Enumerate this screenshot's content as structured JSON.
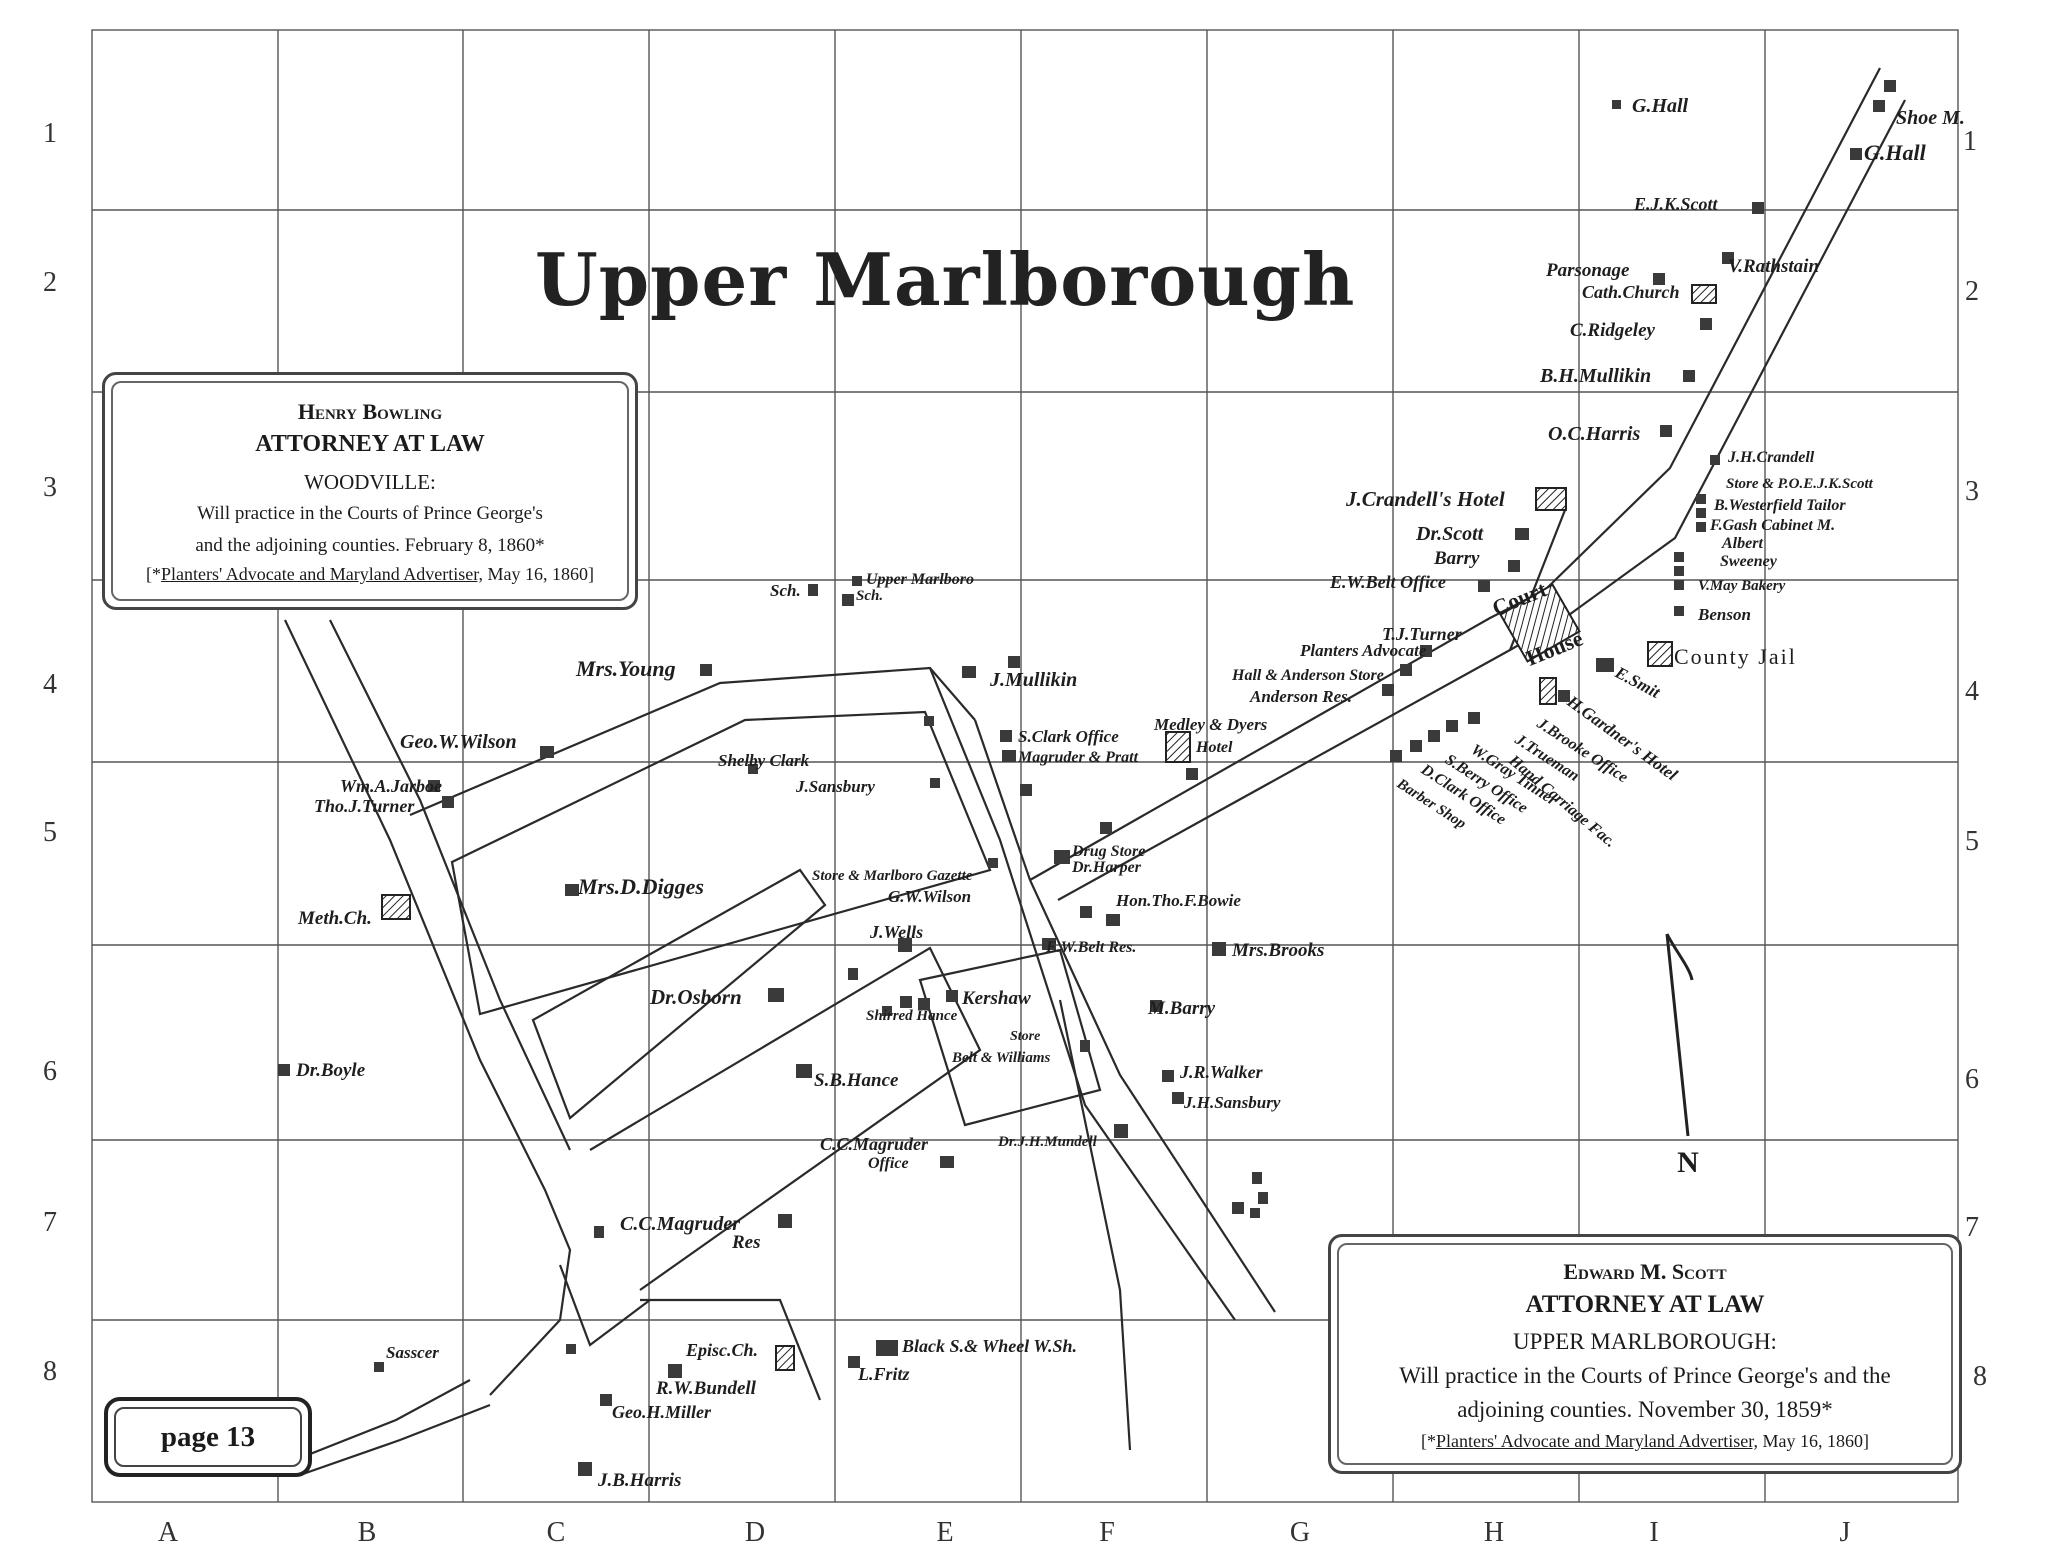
{
  "map": {
    "title": "Upper Marlborough",
    "north_label": "N",
    "grid": {
      "columns": [
        "A",
        "B",
        "C",
        "D",
        "E",
        "F",
        "G",
        "H",
        "I",
        "J"
      ],
      "rows": [
        "1",
        "2",
        "3",
        "4",
        "5",
        "6",
        "7",
        "8"
      ]
    }
  },
  "places": [
    {
      "id": "ghall-1",
      "text": "G.Hall"
    },
    {
      "id": "shoe-m",
      "text": "Shoe M."
    },
    {
      "id": "ghall-2",
      "text": "G.Hall"
    },
    {
      "id": "ejk-scott",
      "text": "E.J.K.Scott"
    },
    {
      "id": "rathstain",
      "text": "V.Rathstain"
    },
    {
      "id": "parsonage",
      "text": "Parsonage"
    },
    {
      "id": "cath-church",
      "text": "Cath.Church"
    },
    {
      "id": "ridgeley",
      "text": "C.Ridgeley"
    },
    {
      "id": "bh-mullikin",
      "text": "B.H.Mullikin"
    },
    {
      "id": "oc-harris",
      "text": "O.C.Harris"
    },
    {
      "id": "jh-crandell",
      "text": "J.H.Crandell"
    },
    {
      "id": "store-po",
      "text": "Store & P.O.E.J.K.Scott"
    },
    {
      "id": "westerfield",
      "text": "B.Westerfield Tailor"
    },
    {
      "id": "gash",
      "text": "F.Gash Cabinet M."
    },
    {
      "id": "albert",
      "text": "Albert"
    },
    {
      "id": "sweeney",
      "text": "Sweeney"
    },
    {
      "id": "bakery",
      "text": "V.May Bakery"
    },
    {
      "id": "benson",
      "text": "Benson"
    },
    {
      "id": "county-jail",
      "text": "County Jail"
    },
    {
      "id": "crandell-hotel",
      "text": "J.Crandell's Hotel"
    },
    {
      "id": "dr-scott",
      "text": "Dr.Scott"
    },
    {
      "id": "barry",
      "text": "Barry"
    },
    {
      "id": "belt-office",
      "text": "E.W.Belt Office"
    },
    {
      "id": "court",
      "text": "Court"
    },
    {
      "id": "house",
      "text": "House"
    },
    {
      "id": "turner",
      "text": "T.J.Turner"
    },
    {
      "id": "planters",
      "text": "Planters Advocate"
    },
    {
      "id": "hall-anderson",
      "text": "Hall & Anderson Store"
    },
    {
      "id": "anderson-res",
      "text": "Anderson Res."
    },
    {
      "id": "e-smit",
      "text": "E.Smit"
    },
    {
      "id": "gardner-hotel",
      "text": "H.Gardner's Hotel"
    },
    {
      "id": "brooke-office",
      "text": "J.Brooke Office"
    },
    {
      "id": "trueman",
      "text": "J.Trueman"
    },
    {
      "id": "carriage-fac",
      "text": "Hand Carriage Fac."
    },
    {
      "id": "gray-tinner",
      "text": "W.Gray Tinner"
    },
    {
      "id": "berry-office",
      "text": "S.Berry Office"
    },
    {
      "id": "clark-office-2",
      "text": "D.Clark Office"
    },
    {
      "id": "barber",
      "text": "Barber Shop"
    },
    {
      "id": "sch-1",
      "text": "Sch."
    },
    {
      "id": "upper-marlboro-sch",
      "text": "Upper Marlboro"
    },
    {
      "id": "upper-marlboro-sch-2",
      "text": "Sch."
    },
    {
      "id": "mrs-young",
      "text": "Mrs.Young"
    },
    {
      "id": "j-mullikin",
      "text": "J.Mullikin"
    },
    {
      "id": "clark-office",
      "text": "S.Clark Office"
    },
    {
      "id": "magruder-pratt",
      "text": "Magruder & Pratt"
    },
    {
      "id": "medley",
      "text": "Medley & Dyers"
    },
    {
      "id": "medley-hotel",
      "text": "Hotel"
    },
    {
      "id": "wilson",
      "text": "Geo.W.Wilson"
    },
    {
      "id": "jarboe",
      "text": "Wm.A.Jarboe"
    },
    {
      "id": "thos-turner",
      "text": "Tho.J.Turner"
    },
    {
      "id": "shelby-clark",
      "text": "Shelby Clark"
    },
    {
      "id": "j-sansbury",
      "text": "J.Sansbury"
    },
    {
      "id": "drug-store",
      "text": "Drug Store"
    },
    {
      "id": "dr-harper",
      "text": "Dr.Harper"
    },
    {
      "id": "gazette",
      "text": "Store & Marlboro Gazette"
    },
    {
      "id": "gw-wilson",
      "text": "G.W.Wilson"
    },
    {
      "id": "mrs-digges",
      "text": "Mrs.D.Digges"
    },
    {
      "id": "meth-ch",
      "text": "Meth.Ch."
    },
    {
      "id": "bowie",
      "text": "Hon.Tho.F.Bowie"
    },
    {
      "id": "wells",
      "text": "J.Wells"
    },
    {
      "id": "belt-res",
      "text": "E.W.Belt Res."
    },
    {
      "id": "mrs-brooks",
      "text": "Mrs.Brooks"
    },
    {
      "id": "osborn",
      "text": "Dr.Osborn"
    },
    {
      "id": "kershaw",
      "text": "Kershaw"
    },
    {
      "id": "shirred-hance",
      "text": "Shirred Hance"
    },
    {
      "id": "store-belt",
      "text": "Store"
    },
    {
      "id": "belt-williams",
      "text": "Belt & Williams"
    },
    {
      "id": "m-barry",
      "text": "M.Barry"
    },
    {
      "id": "dr-boyle",
      "text": "Dr.Boyle"
    },
    {
      "id": "sb-hance",
      "text": "S.B.Hance"
    },
    {
      "id": "jr-walker",
      "text": "J.R.Walker"
    },
    {
      "id": "jh-sansbury",
      "text": "J.H.Sansbury"
    },
    {
      "id": "cc-magruder-office",
      "text": "C.C.Magruder"
    },
    {
      "id": "cc-office",
      "text": "Office"
    },
    {
      "id": "mundell",
      "text": "Dr.J.H.Mundell"
    },
    {
      "id": "cc-magruder-res",
      "text": "C.C.Magruder"
    },
    {
      "id": "res",
      "text": "Res"
    },
    {
      "id": "sasscer",
      "text": "Sasscer"
    },
    {
      "id": "episc-ch",
      "text": "Episc.Ch."
    },
    {
      "id": "bundell",
      "text": "R.W.Bundell"
    },
    {
      "id": "miller",
      "text": "Geo.H.Miller"
    },
    {
      "id": "blacksmith",
      "text": "Black S.& Wheel W.Sh."
    },
    {
      "id": "fritz",
      "text": "L.Fritz"
    },
    {
      "id": "jb-harris",
      "text": "J.B.Harris"
    }
  ],
  "ad_bowling": {
    "name": "Henry Bowling",
    "role": "ATTORNEY AT LAW",
    "town": "WOODVILLE:",
    "body1": "Will practice in the Courts of Prince George's",
    "body2": "and the adjoining counties. February 8, 1860*",
    "cite_pre": "[*",
    "cite_src": "Planters' Advocate and Maryland Advertiser,",
    "cite_post": " May 16, 1860]"
  },
  "ad_scott": {
    "name": "Edward M. Scott",
    "role": "ATTORNEY AT LAW",
    "town": "UPPER MARLBOROUGH:",
    "body1": "Will practice in the Courts of Prince George's and the",
    "body2": "adjoining counties. November 30, 1859*",
    "cite_pre": "[*",
    "cite_src": "Planters' Advocate and Maryland Advertiser,",
    "cite_post": " May 16, 1860]"
  },
  "page_label": "page 13"
}
